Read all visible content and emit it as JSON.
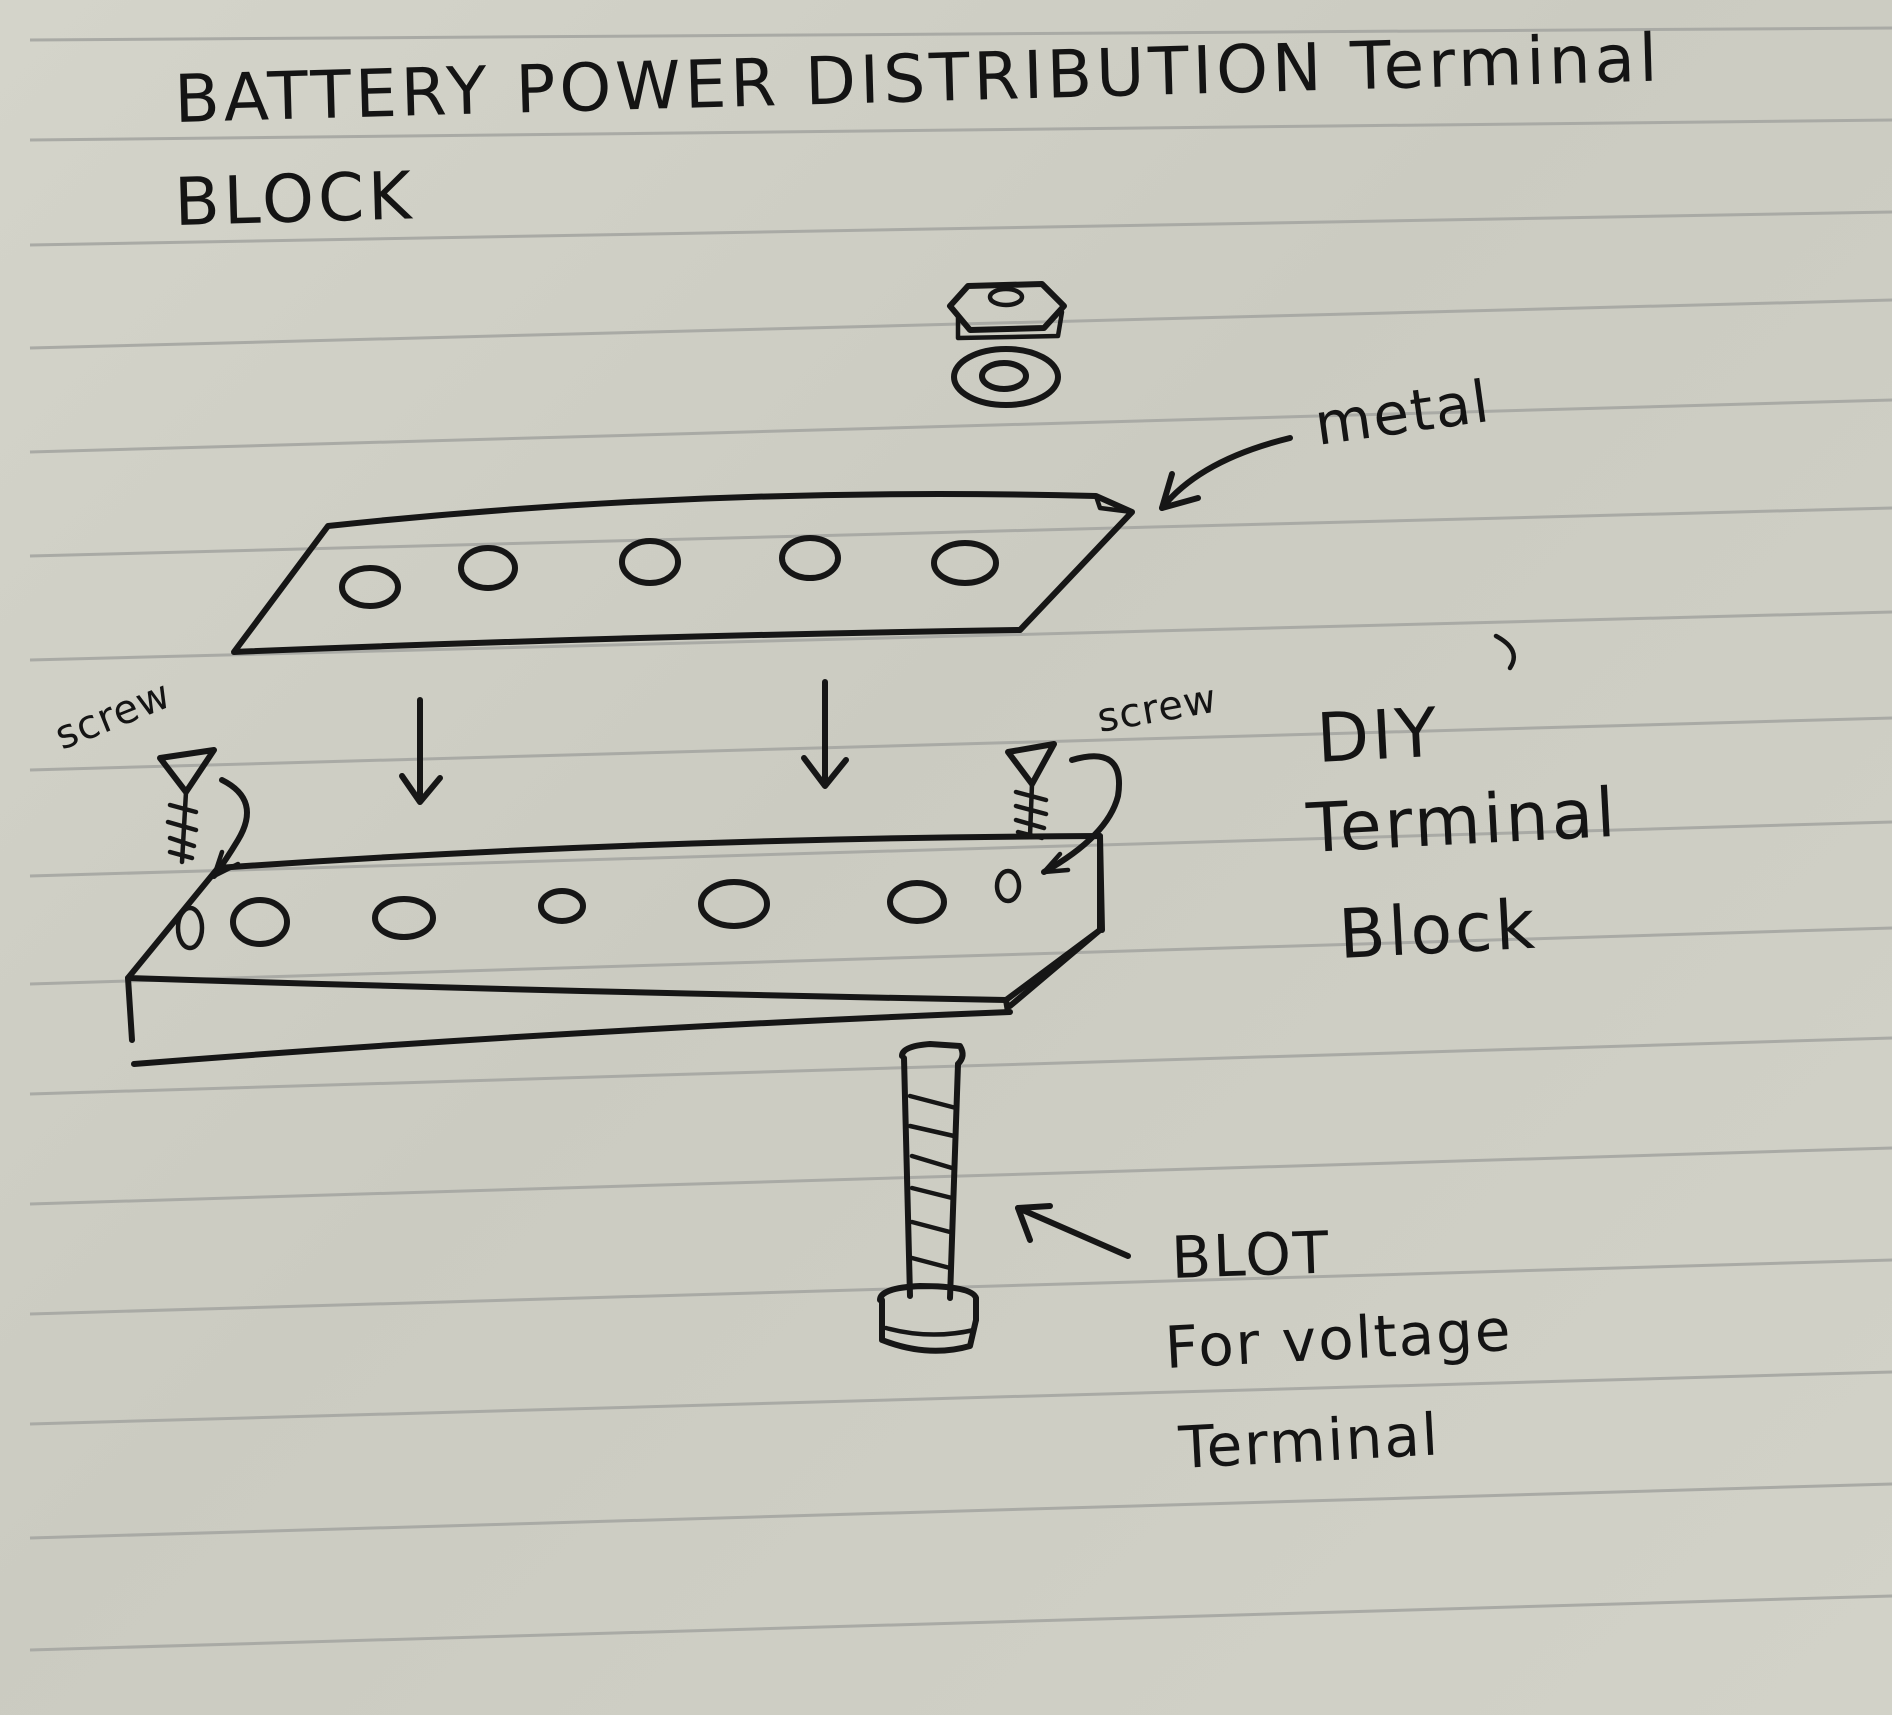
{
  "title": {
    "line1": "BATTERY POWER DISTRIBUTION Terminal",
    "line2": "BLOCK"
  },
  "labels": {
    "metal": "metal",
    "screw_left": "screw",
    "screw_right": "screw",
    "diy_line1": "DIY",
    "diy_line2": "Terminal",
    "diy_line3": "Block",
    "blot_line1": "BLOT",
    "blot_line2": "For voltage",
    "blot_line3": "Terminal"
  },
  "colors": {
    "paper": "#cfcfc5",
    "ink": "#161616",
    "ruled_line": "#a9aaa5"
  }
}
